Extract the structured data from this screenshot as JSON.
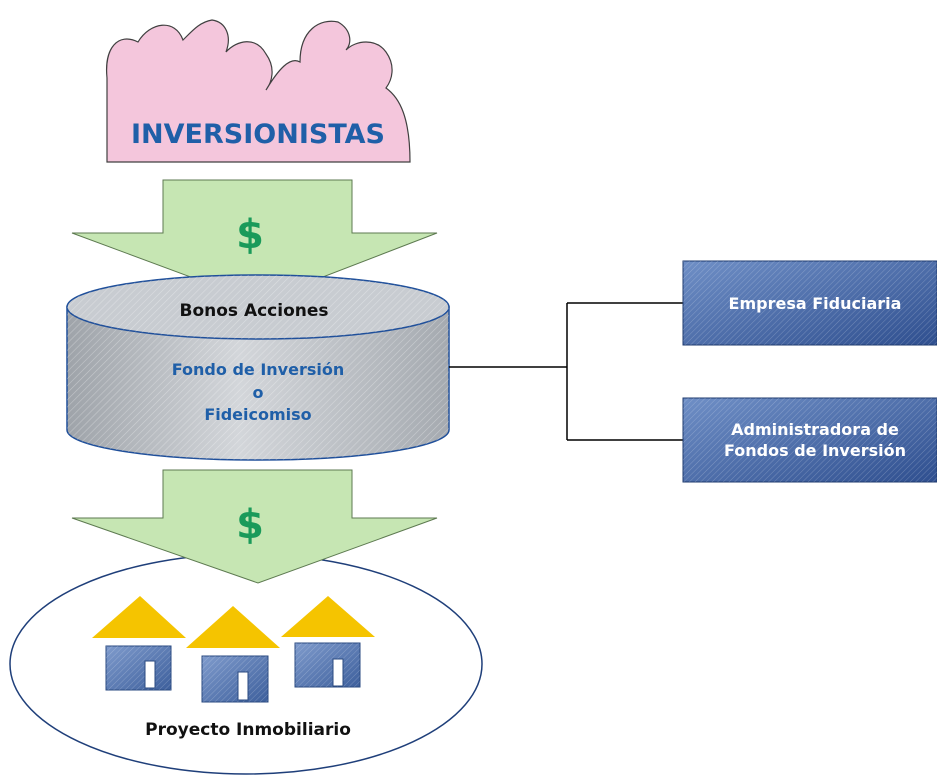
{
  "investors": {
    "label": "INVERSIONISTAS",
    "fill_color": "#f4c6dc",
    "text_color": "#1f5fa8"
  },
  "flow_top": {
    "symbol": "$",
    "arrow_color": "#c6e6b3"
  },
  "fund": {
    "top_label": "Bonos Acciones",
    "name_line1": "Fondo de Inversión",
    "name_line2": "o",
    "name_line3": "Fideicomiso",
    "body_color": "#c3c7cc"
  },
  "flow_bottom": {
    "symbol": "$",
    "arrow_color": "#c6e6b3"
  },
  "project": {
    "label": "Proyecto Inmobiliario",
    "roof_color": "#f5c400",
    "wall_color": "#5b7fb8"
  },
  "entities": [
    {
      "line1": "Empresa Fiduciaria",
      "line2": ""
    },
    {
      "line1": "Administradora de",
      "line2": "Fondos de Inversión"
    }
  ],
  "entity_color": "#3b62a5"
}
